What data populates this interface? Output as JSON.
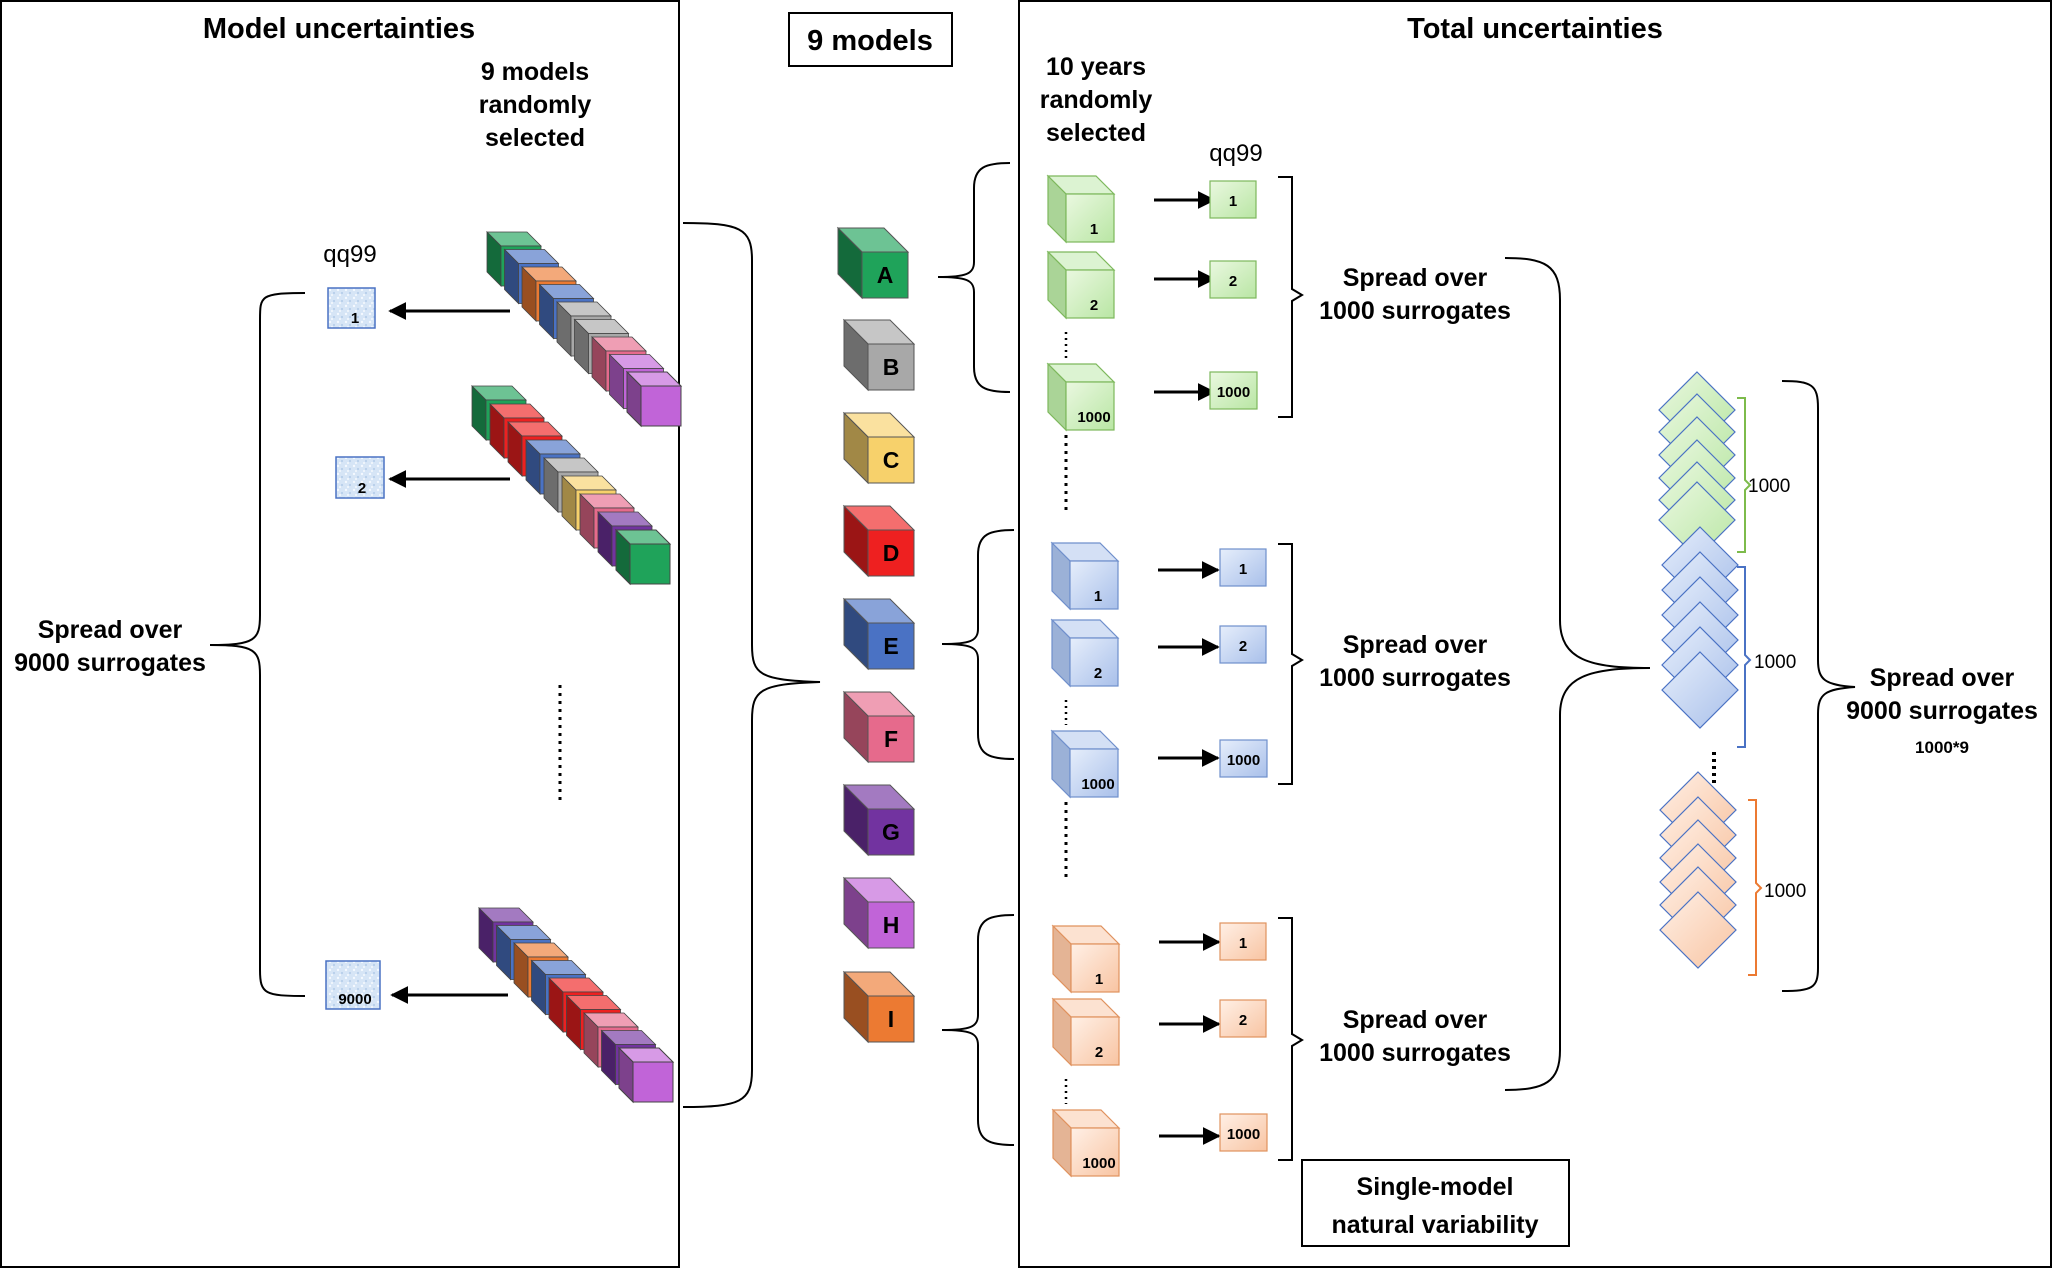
{
  "left_panel": {
    "title": "Model uncertainties",
    "selection_label": [
      "9 models",
      "randomly",
      "selected"
    ],
    "qq99_label": "qq99",
    "surrogate_indices": [
      "1",
      "2",
      "9000"
    ],
    "spread_label": [
      "Spread over",
      "9000 surrogates"
    ]
  },
  "middle_panel": {
    "title": "9 models",
    "models": [
      {
        "letter": "A",
        "color": "#1fa35a"
      },
      {
        "letter": "B",
        "color": "#a8a8a8"
      },
      {
        "letter": "C",
        "color": "#f7d16b"
      },
      {
        "letter": "D",
        "color": "#ee2020"
      },
      {
        "letter": "E",
        "color": "#4a72c4"
      },
      {
        "letter": "F",
        "color": "#e66a8c"
      },
      {
        "letter": "G",
        "color": "#7233a0"
      },
      {
        "letter": "H",
        "color": "#c164d8"
      },
      {
        "letter": "I",
        "color": "#ec7a32"
      }
    ]
  },
  "right_panel": {
    "title": "Total uncertainties",
    "selection_label": [
      "10 years",
      "randomly",
      "selected"
    ],
    "qq99_label": "qq99",
    "groups": [
      {
        "indices": [
          "1",
          "2",
          "1000"
        ],
        "spread_label": [
          "Spread over",
          "1000 surrogates"
        ],
        "color": "#b9e6a4",
        "edge": "#7db85c"
      },
      {
        "indices": [
          "1",
          "2",
          "1000"
        ],
        "spread_label": [
          "Spread over",
          "1000 surrogates"
        ],
        "color": "#a9c0ea",
        "edge": "#6f8fcc"
      },
      {
        "indices": [
          "1",
          "2",
          "1000"
        ],
        "spread_label": [
          "Spread over",
          "1000 surrogates"
        ],
        "color": "#f8c4a2",
        "edge": "#e0925e"
      }
    ],
    "natural_variability_label": [
      "Single-model",
      "natural variability"
    ]
  },
  "stack": {
    "group_labels": [
      "1000",
      "1000",
      "1000"
    ],
    "group_colors": [
      "#7dbb4b",
      "#4a72c4",
      "#ec7a32"
    ],
    "spread_label": [
      "Spread over",
      "9000 surrogates"
    ],
    "product_label": "1000*9"
  }
}
